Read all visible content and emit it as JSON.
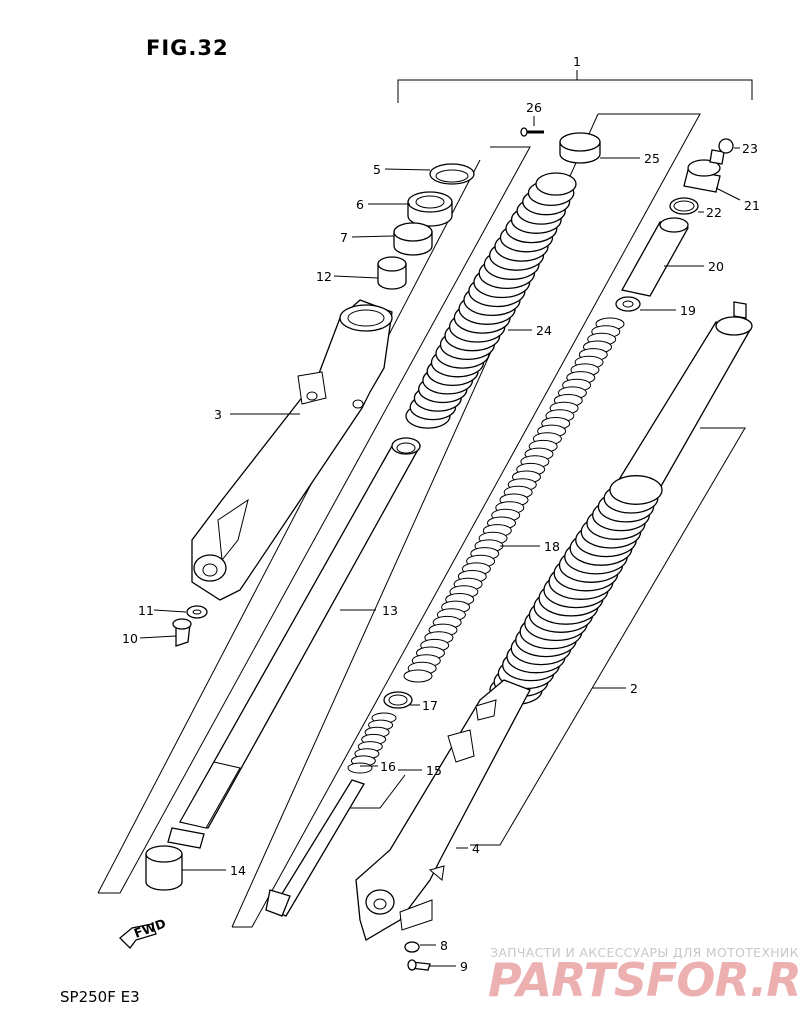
{
  "figure": {
    "title": "FIG.32",
    "model": "SP250F  E3"
  },
  "watermark": {
    "caption": "ЗАПЧАСТИ И АКСЕССУАРЫ ДЛЯ МОТОТЕХНИКИ",
    "logo": "PARTSFOR.RU"
  },
  "fwd_label": "FWD",
  "callouts": [
    {
      "id": "c1",
      "text": "1"
    },
    {
      "id": "c2",
      "text": "2"
    },
    {
      "id": "c3",
      "text": "3"
    },
    {
      "id": "c4",
      "text": "4"
    },
    {
      "id": "c5",
      "text": "5"
    },
    {
      "id": "c6",
      "text": "6"
    },
    {
      "id": "c7",
      "text": "7"
    },
    {
      "id": "c8",
      "text": "8"
    },
    {
      "id": "c9",
      "text": "9"
    },
    {
      "id": "c10",
      "text": "10"
    },
    {
      "id": "c11",
      "text": "11"
    },
    {
      "id": "c12",
      "text": "12"
    },
    {
      "id": "c13",
      "text": "13"
    },
    {
      "id": "c14",
      "text": "14"
    },
    {
      "id": "c15",
      "text": "15"
    },
    {
      "id": "c16",
      "text": "16"
    },
    {
      "id": "c17",
      "text": "17"
    },
    {
      "id": "c18",
      "text": "18"
    },
    {
      "id": "c19",
      "text": "19"
    },
    {
      "id": "c20",
      "text": "20"
    },
    {
      "id": "c21",
      "text": "21"
    },
    {
      "id": "c22",
      "text": "22"
    },
    {
      "id": "c23",
      "text": "23"
    },
    {
      "id": "c24",
      "text": "24"
    },
    {
      "id": "c25",
      "text": "25"
    },
    {
      "id": "c26",
      "text": "26"
    }
  ]
}
